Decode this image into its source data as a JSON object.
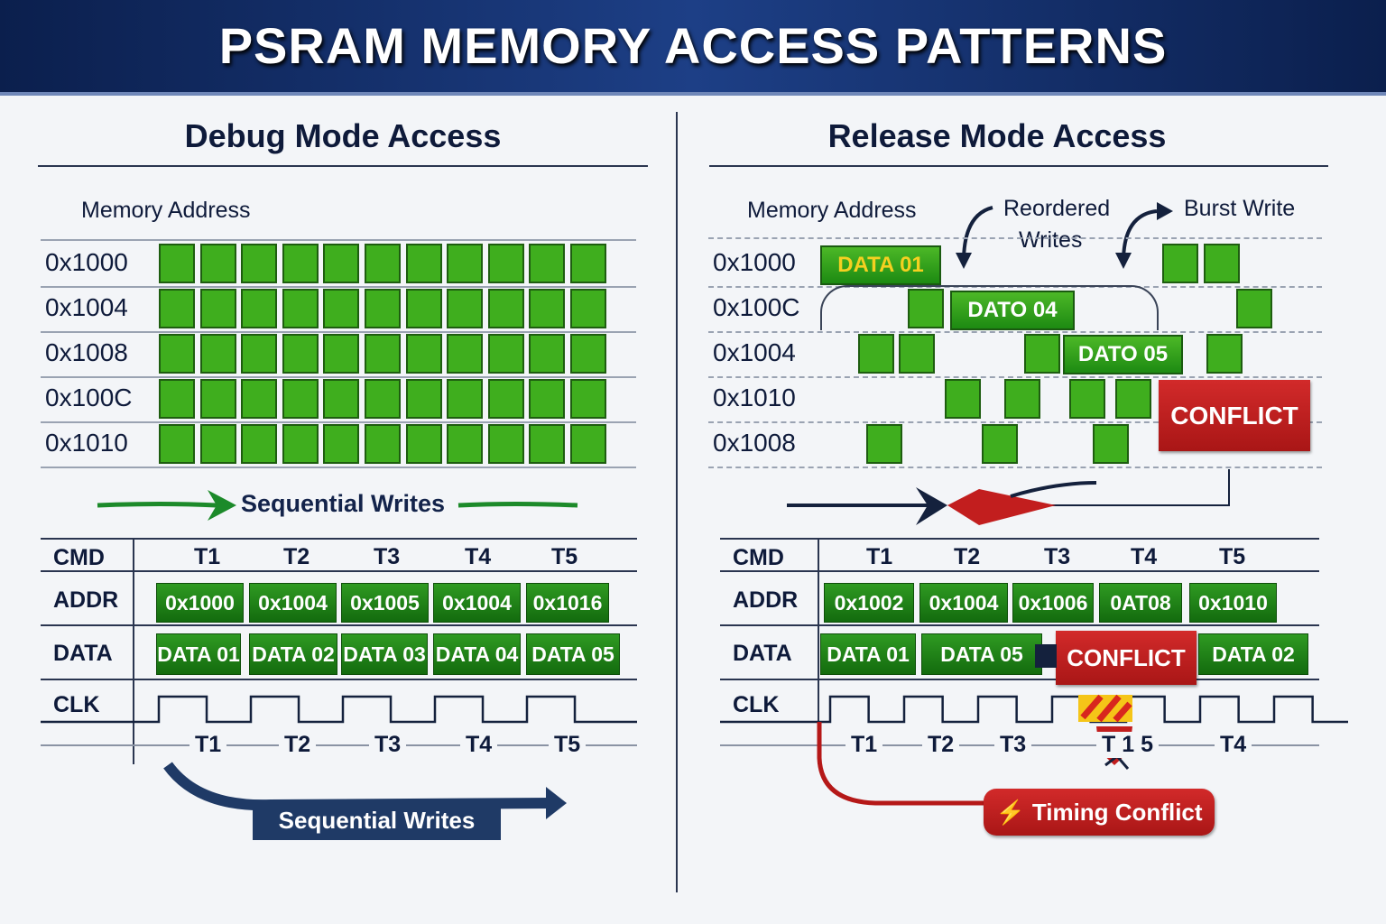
{
  "title": "PSRAM MEMORY ACCESS PATTERNS",
  "debug": {
    "heading": "Debug Mode Access",
    "memory_address_label": "Memory Address",
    "addresses": [
      "0x1000",
      "0x1004",
      "0x1008",
      "0x100C",
      "0x1010"
    ],
    "cells_per_row": 11,
    "arrow_label": "Sequential Writes",
    "timing": {
      "row_labels": [
        "CMD",
        "ADDR",
        "DATA",
        "CLK"
      ],
      "cmd": [
        "T1",
        "T2",
        "T3",
        "T4",
        "T5"
      ],
      "addr": [
        "0x1000",
        "0x1004",
        "0x1005",
        "0x1004",
        "0x1016"
      ],
      "data": [
        "DATA 01",
        "DATA 02",
        "DATA 03",
        "DATA 04",
        "DATA 05"
      ],
      "bottom_ticks": [
        "T1",
        "T2",
        "T3",
        "T4",
        "T5"
      ]
    },
    "footer_label": "Sequential Writes"
  },
  "release": {
    "heading": "Release Mode Access",
    "memory_address_label": "Memory Address",
    "reordered_label_1": "Reordered",
    "reordered_label_2": "Writes",
    "burst_label": "Burst Write",
    "addresses": [
      "0x1000",
      "0x100C",
      "0x1004",
      "0x1010",
      "0x1008"
    ],
    "blocks": {
      "data01": "DATA 01",
      "dato04": "DATO 04",
      "dato05": "DATO 05",
      "conflict": "CONFLICT"
    },
    "timing": {
      "row_labels": [
        "CMD",
        "ADDR",
        "DATA",
        "CLK"
      ],
      "cmd": [
        "T1",
        "T2",
        "T3",
        "T4",
        "T5"
      ],
      "addr": [
        "0x1002",
        "0x1004",
        "0x1006",
        "0AT08",
        "0x1010"
      ],
      "data": [
        "DATA 01",
        "DATA 05",
        "CONFLICT",
        "DATA 02"
      ],
      "bottom_ticks": [
        "T1",
        "T2",
        "T3",
        "T 1 5",
        "T4"
      ]
    },
    "footer_label": "Timing Conflict"
  },
  "colors": {
    "banner": "#0b1f4d",
    "green": "#3fae1e",
    "dark_green": "#1d7a12",
    "red": "#c21e1e",
    "navy": "#1f3a66"
  }
}
